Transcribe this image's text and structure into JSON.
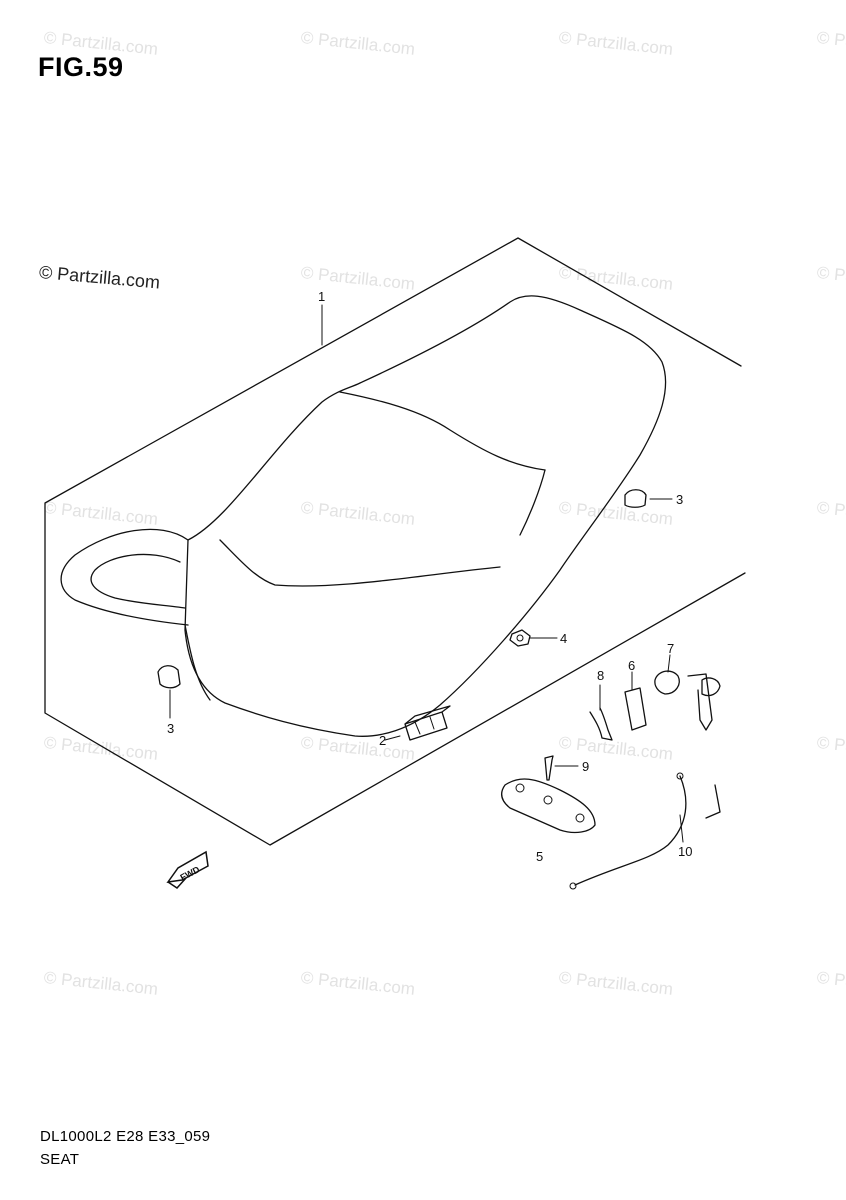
{
  "header": {
    "figure_title": "FIG.59"
  },
  "copyright": {
    "main": "© Partzilla.com",
    "watermark": "© Partzilla.com"
  },
  "callouts": {
    "c1": "1",
    "c2": "2",
    "c3a": "3",
    "c3b": "3",
    "c4": "4",
    "c5": "5",
    "c6": "6",
    "c7": "7",
    "c8": "8",
    "c9": "9",
    "c10": "10"
  },
  "arrow_label": "FWD",
  "footer": {
    "code": "DL1000L2 E28 E33_059",
    "name": "SEAT"
  }
}
